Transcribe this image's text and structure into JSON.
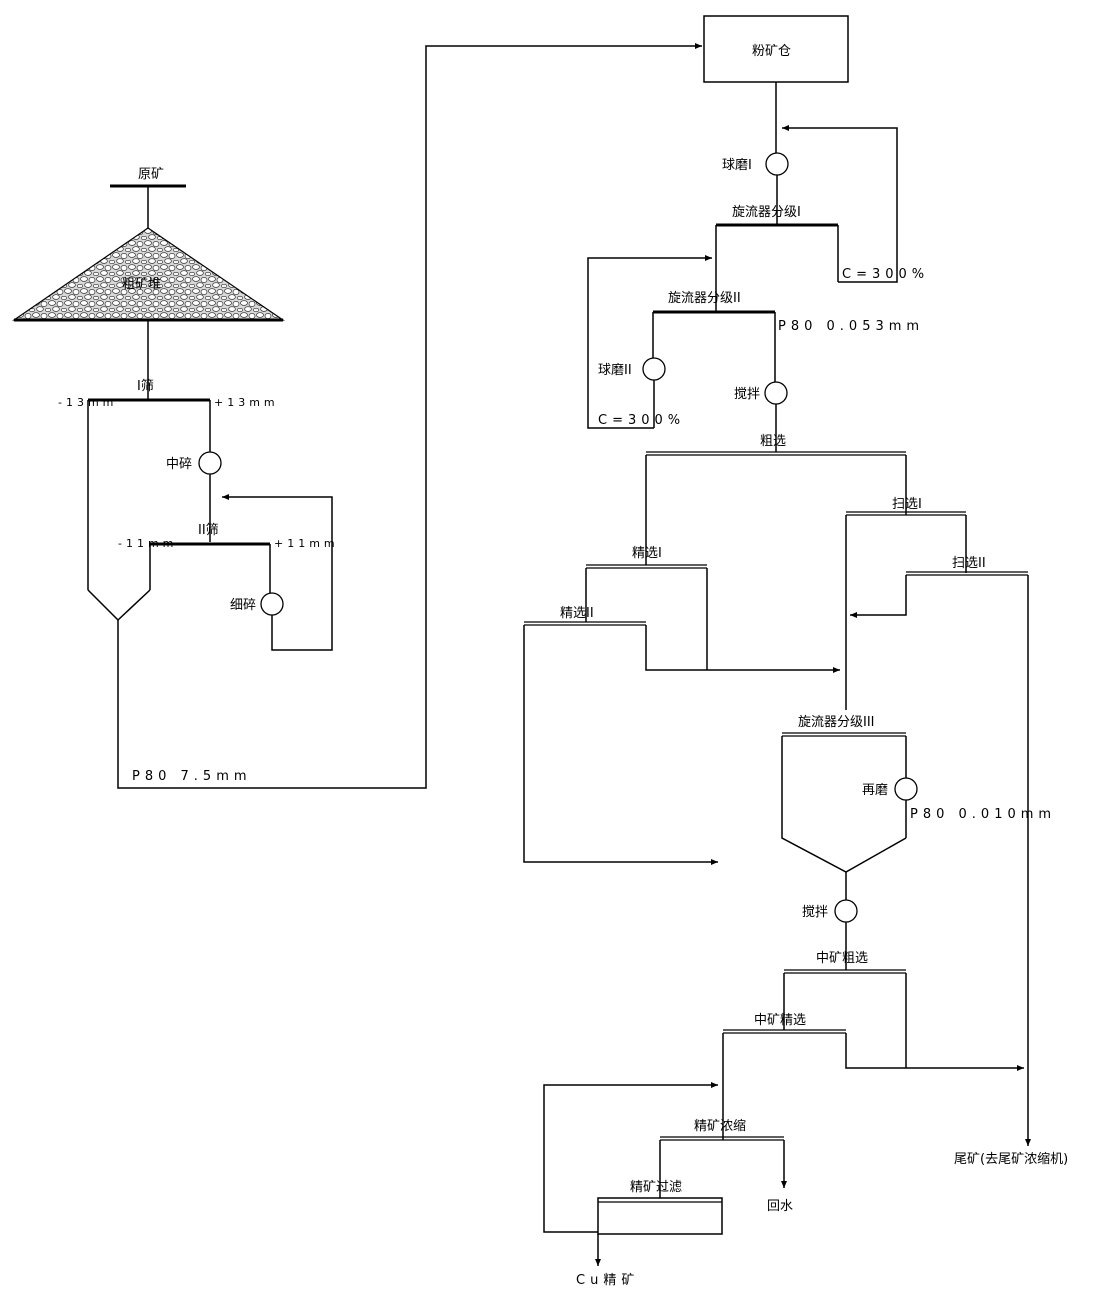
{
  "labels": {
    "raw_ore": "原矿",
    "coarse_pile": "粗矿堆",
    "screen_1": "I筛",
    "screen_1_minus": "-13mm",
    "screen_1_plus": "+13mm",
    "medium_crush": "中碎",
    "screen_2": "II筛",
    "screen_2_minus": "-11mm",
    "screen_2_plus": "+11mm",
    "fine_crush": "细碎",
    "p80_crush": "P80 7.5mm",
    "fine_bin": "粉矿仓",
    "ball_mill_1": "球磨I",
    "cyclone_1": "旋流器分级I",
    "c_300_1": "C=300%",
    "cyclone_2": "旋流器分级II",
    "p80_grind": "P80 0.053mm",
    "ball_mill_2": "球磨II",
    "c_300_2": "C=300%",
    "agitator_1": "搅拌",
    "rougher": "粗选",
    "scavenger_1": "扫选I",
    "cleaner_1": "精选I",
    "scavenger_2": "扫选II",
    "cleaner_2": "精选II",
    "cyclone_3": "旋流器分级III",
    "regrind": "再磨",
    "p80_regrind": "P80 0.010mm",
    "agitator_2": "搅拌",
    "middling_rougher": "中矿粗选",
    "middling_cleaner": "中矿精选",
    "conc_thicken": "精矿浓缩",
    "conc_filter": "精矿过滤",
    "return_water": "回水",
    "cu_conc": "Cu精矿",
    "tailings": "尾矿(去尾矿浓缩机)"
  }
}
